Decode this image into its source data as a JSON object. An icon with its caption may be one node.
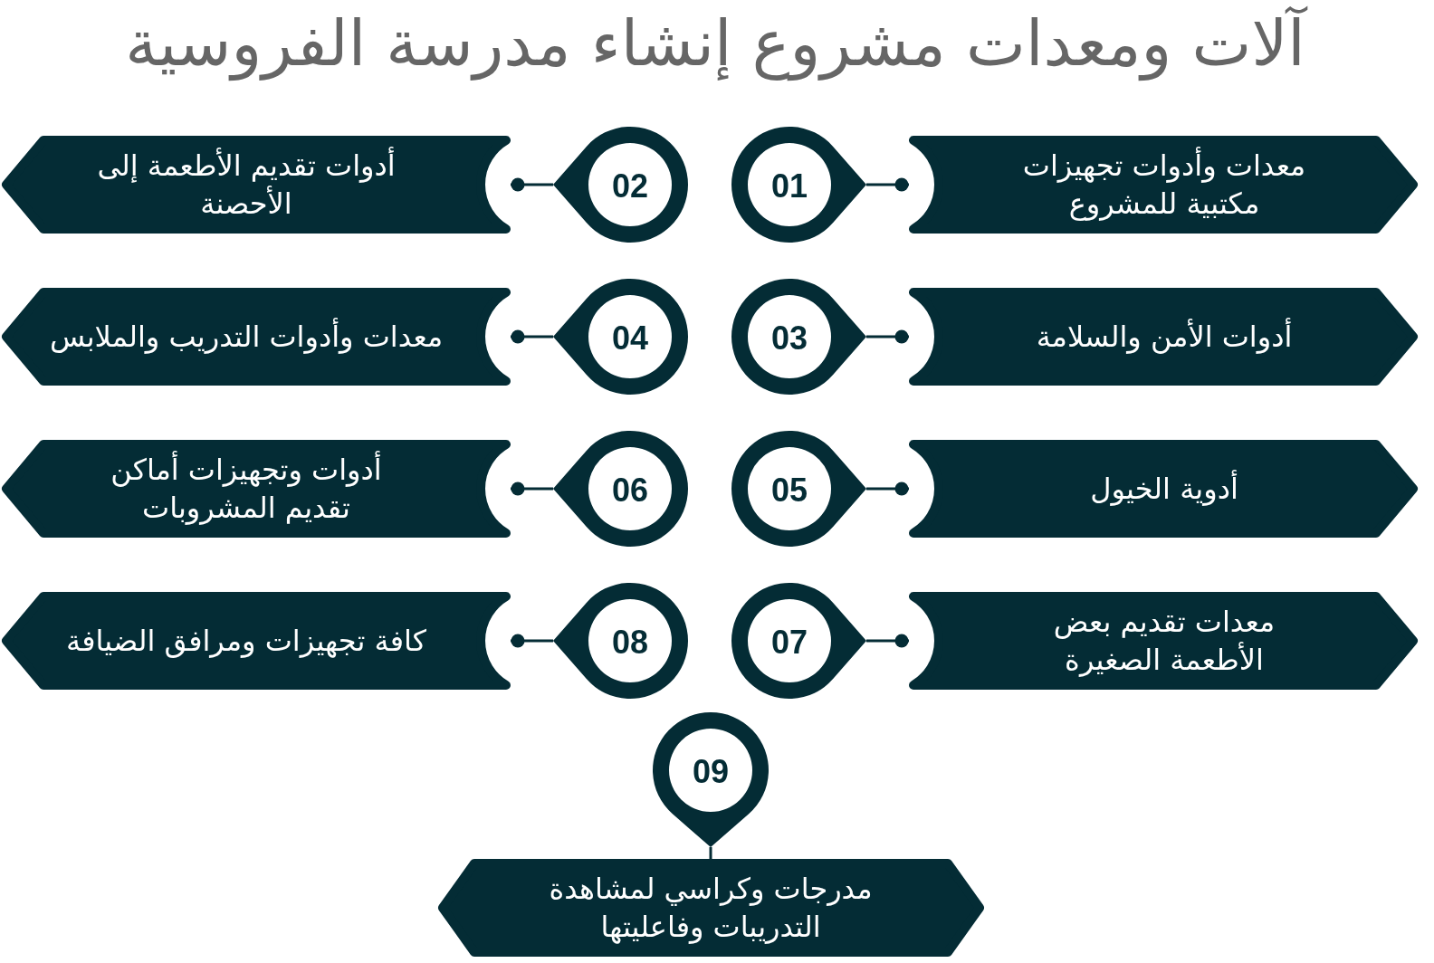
{
  "diagram": {
    "title": "آلات ومعدات مشروع إنشاء مدرسة الفروسية",
    "nodes": [
      {
        "text": [
          "01"
        ]
      },
      {
        "text": [
          "معدات وأدوات تجهيزات مكتبية للمشروع"
        ]
      },
      {
        "text": [
          "02"
        ]
      },
      {
        "text": [
          "أدوات تقديم الأطعمة إلى الأحصنة"
        ]
      },
      {
        "text": [
          "03"
        ]
      },
      {
        "text": [
          "أدوات الأمن والسلامة"
        ]
      },
      {
        "text": [
          "04"
        ]
      },
      {
        "text": [
          "معدات وأدوات التدريب والملابس"
        ]
      },
      {
        "text": [
          "05"
        ]
      },
      {
        "text": [
          "أدوية الخيول"
        ]
      },
      {
        "text": [
          "06"
        ]
      },
      {
        "text": [
          "أدوات وتجهيزات أماكن تقديم المشروبات"
        ]
      },
      {
        "text": [
          "07"
        ]
      },
      {
        "text": [
          "معدات تقديم بعض الأطعمة الصغيرة"
        ]
      },
      {
        "text": [
          "08"
        ]
      },
      {
        "text": [
          "كافة تجهيزات ومرافق الضيافة"
        ]
      },
      {
        "text": [
          "09"
        ]
      },
      {
        "text": [
          "مدرجات وكراسي لمشاهدة التدريبات وفاعليتها"
        ]
      }
    ],
    "edges": [
      {
        "from": 0,
        "to": 1,
        "arrow": "other"
      },
      {
        "from": 2,
        "to": 3,
        "arrow": "other"
      },
      {
        "from": 4,
        "to": 5,
        "arrow": "other"
      },
      {
        "from": 6,
        "to": 7,
        "arrow": "other"
      },
      {
        "from": 8,
        "to": 9,
        "arrow": "other"
      },
      {
        "from": 10,
        "to": 11,
        "arrow": "other"
      },
      {
        "from": 12,
        "to": 13,
        "arrow": "other"
      },
      {
        "from": 14,
        "to": 15,
        "arrow": "other"
      },
      {
        "from": 16,
        "to": 17,
        "arrow": "none"
      }
    ]
  }
}
